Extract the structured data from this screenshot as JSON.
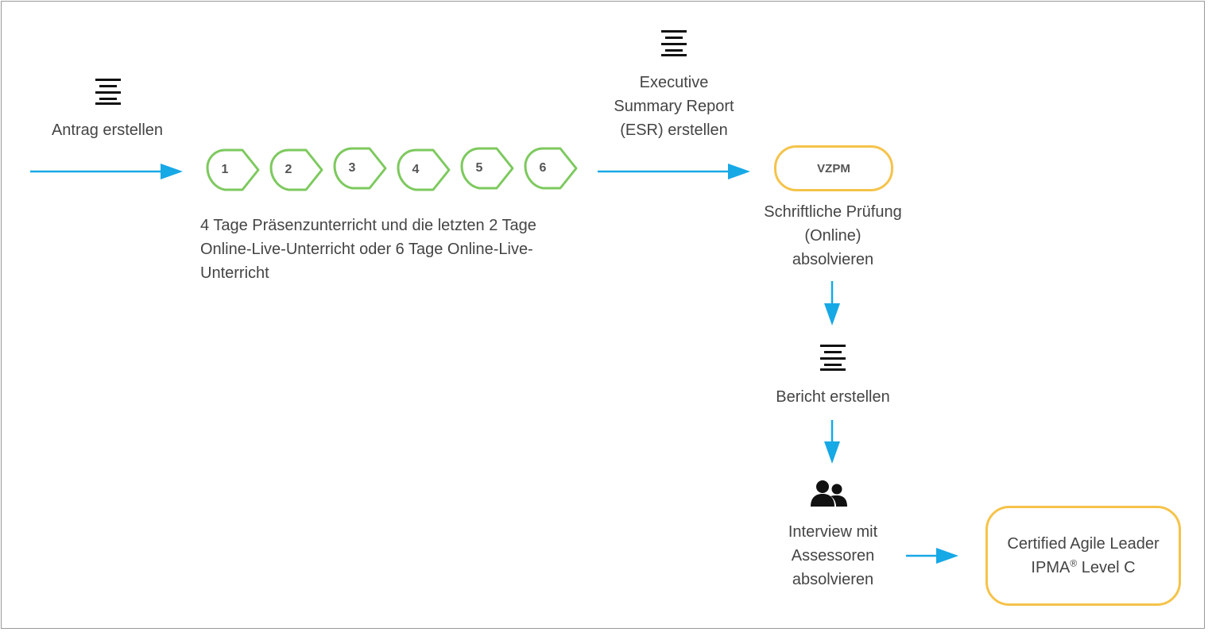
{
  "steps": {
    "antrag": "Antrag erstellen",
    "course_description": [
      "4 Tage Präsenzunterricht und die letzten 2 Tage",
      "Online-Live-Unterricht oder 6 Tage Online-Live-",
      "Unterricht"
    ],
    "esr": [
      "Executive",
      "Summary Report",
      "(ESR) erstellen"
    ],
    "exam_badge": "VZPM",
    "exam": [
      "Schriftliche Prüfung",
      "(Online)",
      "absolvieren"
    ],
    "bericht": "Bericht erstellen",
    "interview": [
      "Interview mit",
      "Assessoren",
      "absolvieren"
    ]
  },
  "days": [
    "1",
    "2",
    "3",
    "4",
    "5",
    "6"
  ],
  "result": {
    "line1": "Certified Agile Leader",
    "line2_prefix": "IPMA",
    "line2_sup": "®",
    "line2_suffix": " Level C"
  },
  "icons": {
    "document": "align-center-icon",
    "people": "users-icon"
  },
  "colors": {
    "arrow": "#17a8e6",
    "day_outline": "#7dc95e",
    "highlight_outline": "#f5c34a",
    "text": "#444444"
  }
}
